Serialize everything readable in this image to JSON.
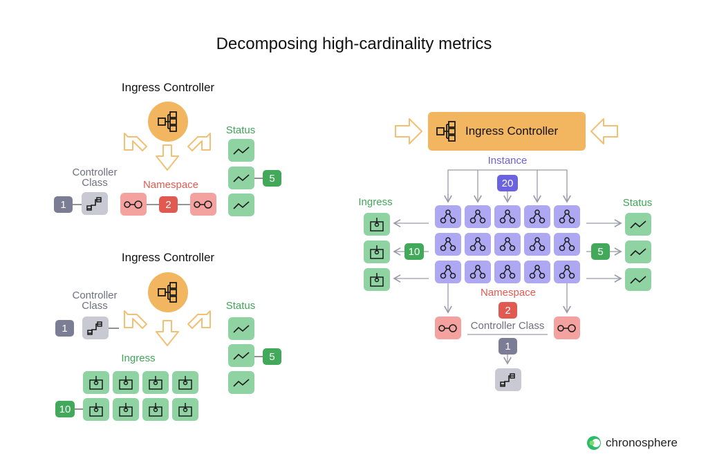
{
  "title": "Decomposing high-cardinality metrics",
  "panel_a": {
    "heading": "Ingress Controller",
    "status_label": "Status",
    "status_count": "5",
    "controller_class_label": "Controller\nClass",
    "controller_class_count": "1",
    "namespace_label": "Namespace",
    "namespace_count": "2"
  },
  "panel_b": {
    "heading": "Ingress Controller",
    "status_label": "Status",
    "status_count": "5",
    "controller_class_label": "Controller\nClass",
    "controller_class_count": "1",
    "ingress_label": "Ingress",
    "ingress_count": "10"
  },
  "panel_c": {
    "controller_label": "Ingress Controller",
    "instance_label": "Instance",
    "instance_count": "20",
    "ingress_label": "Ingress",
    "ingress_count": "10",
    "status_label": "Status",
    "status_count": "5",
    "namespace_label": "Namespace",
    "namespace_count": "2",
    "controller_class_label": "Controller Class",
    "controller_class_count": "1"
  },
  "brand": "chronosphere",
  "colors": {
    "green": "#8fd3a3",
    "purple": "#aea8f3",
    "red": "#f3a2a0",
    "grey": "#c8c9d3",
    "orange": "#f2b560"
  },
  "icons": {
    "controller": "hierarchy-icon",
    "status": "trend-line-icon",
    "ingress": "ingress-box-icon",
    "instance": "instance-graph-icon",
    "namespace": "namespace-link-icon",
    "controller_class": "step-link-icon"
  }
}
